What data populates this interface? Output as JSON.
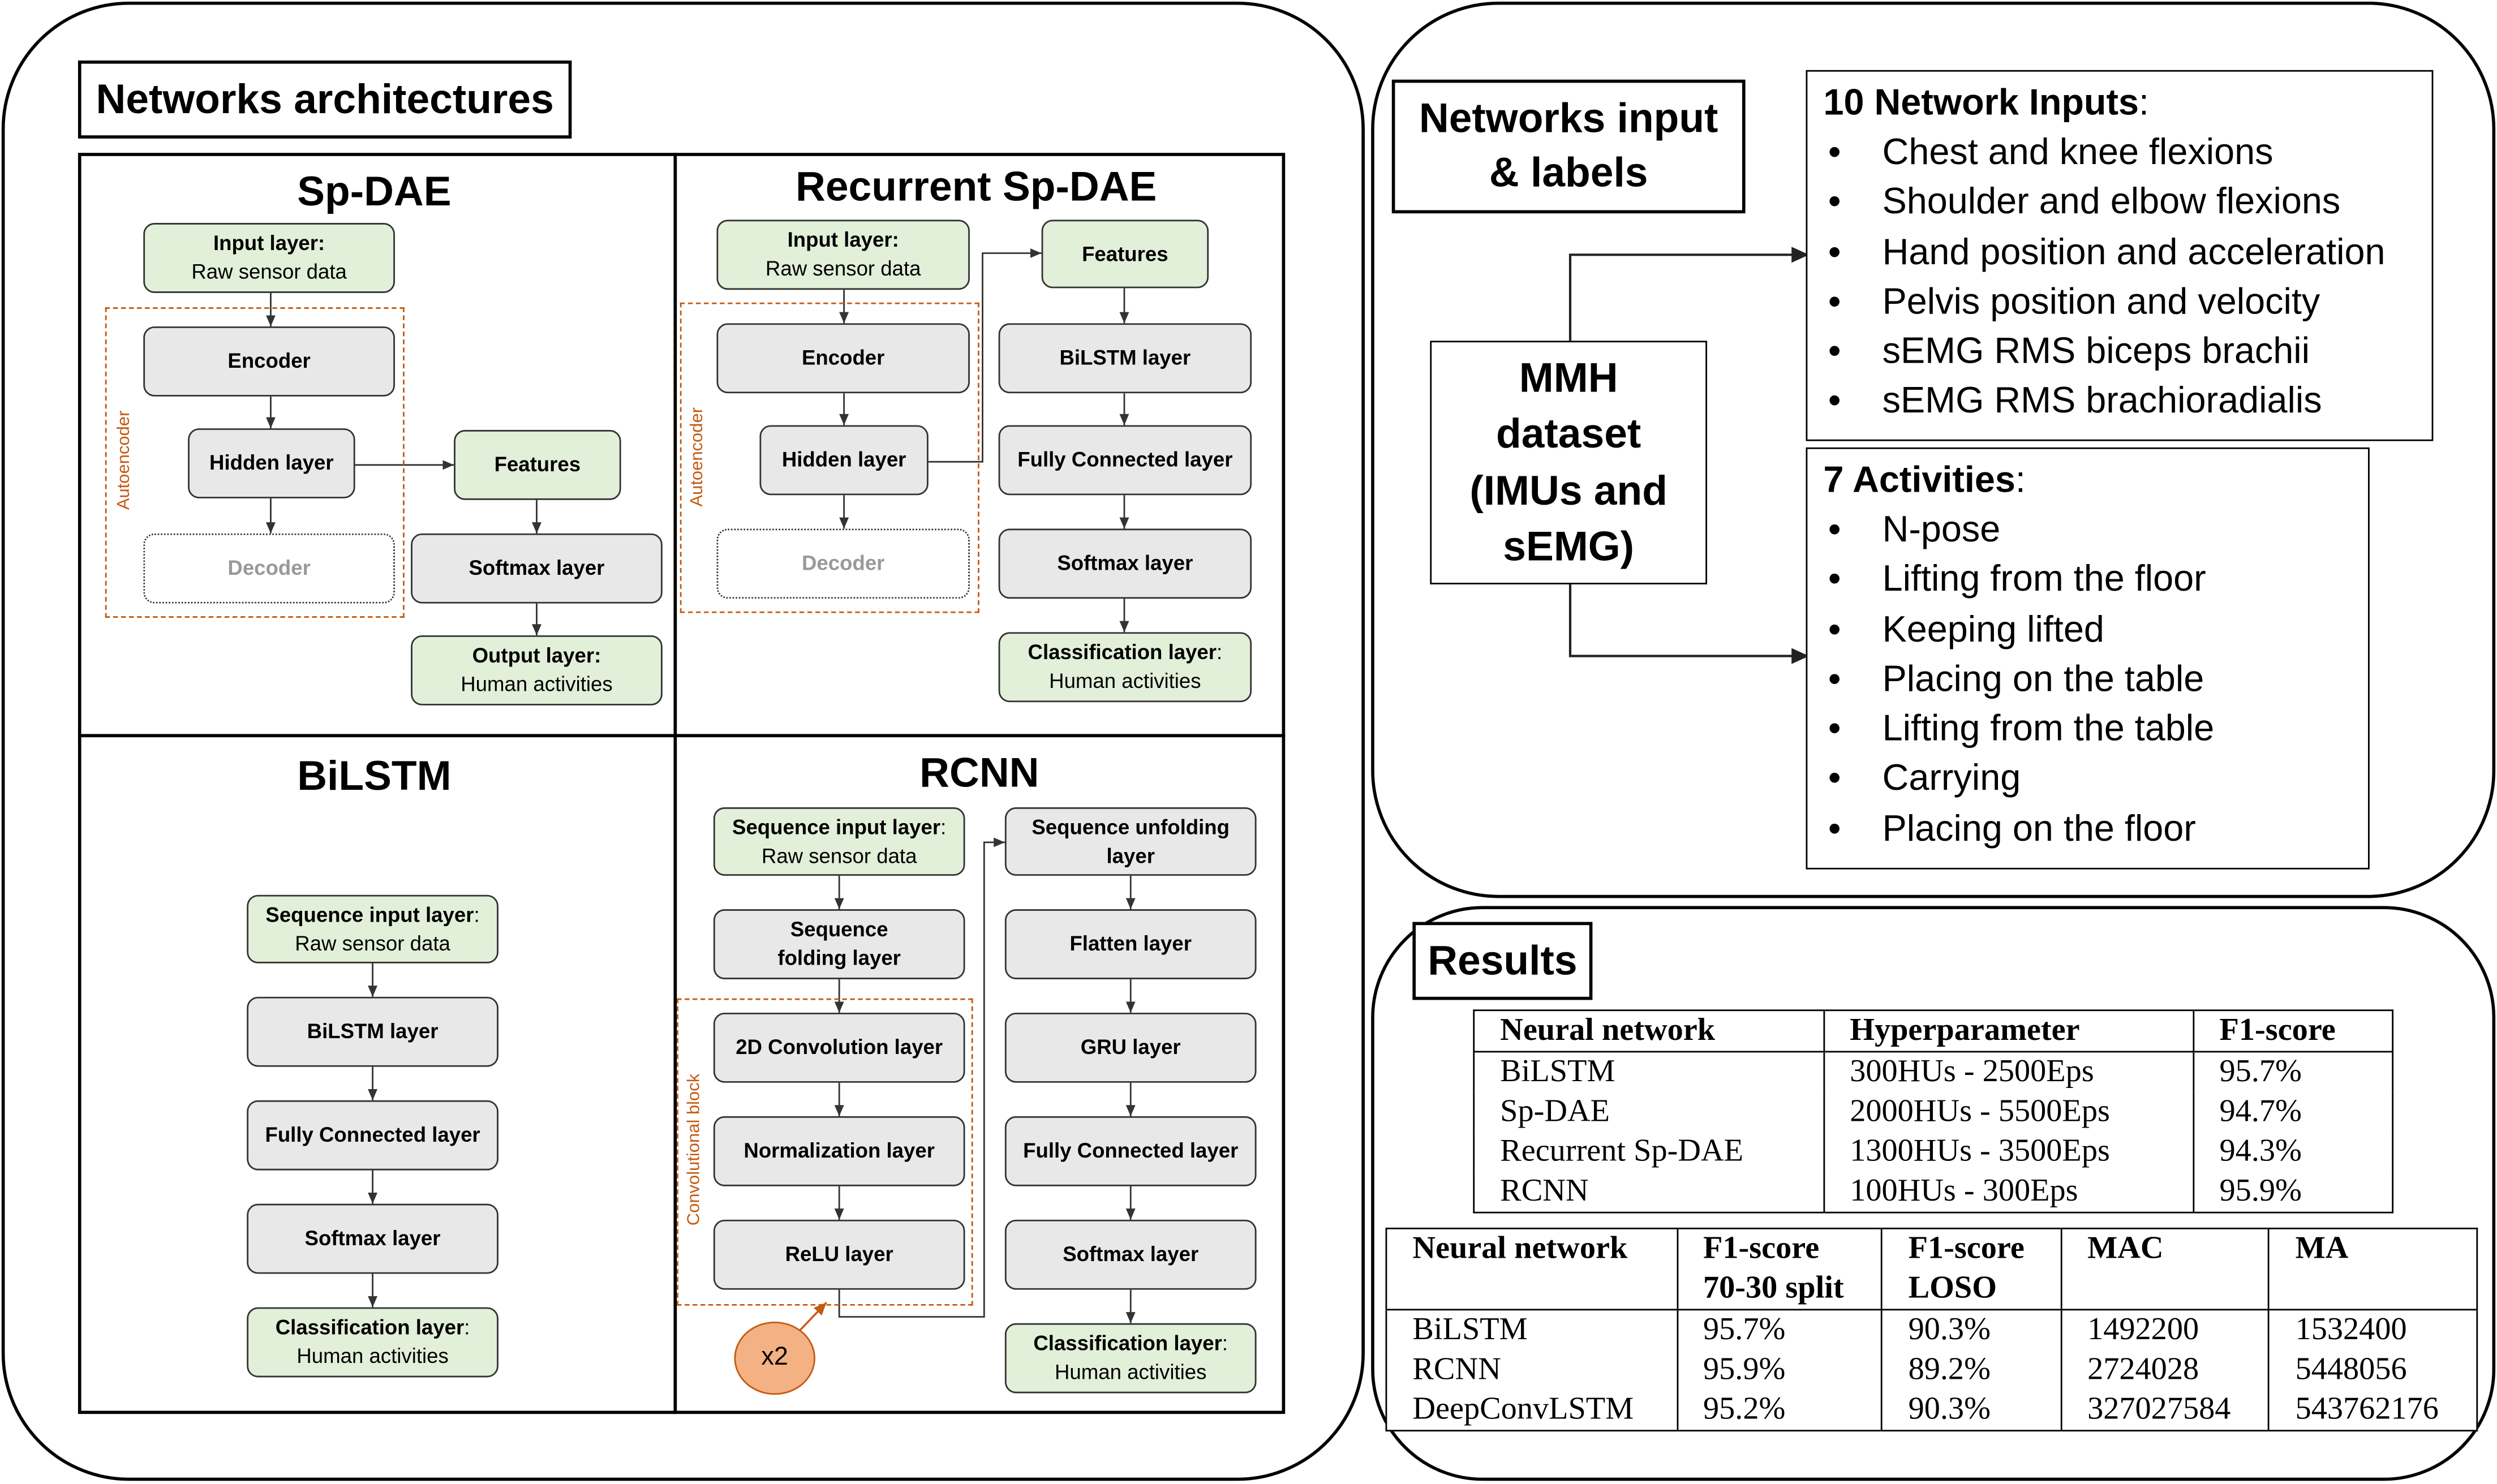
{
  "left_panel": {
    "title": "Networks architectures",
    "sp_dae": {
      "title": "Sp-DAE",
      "input_title": "Input layer:",
      "input_sub": "Raw sensor data",
      "encoder": "Encoder",
      "hidden": "Hidden layer",
      "decoder": "Decoder",
      "autoencoder_label": "Autoencoder",
      "features": "Features",
      "softmax": "Softmax layer",
      "output_title": "Output layer:",
      "output_sub": "Human activities"
    },
    "recurrent_sp_dae": {
      "title": "Recurrent Sp-DAE",
      "input_title": "Input layer:",
      "input_sub": "Raw sensor data",
      "encoder": "Encoder",
      "hidden": "Hidden layer",
      "decoder": "Decoder",
      "autoencoder_label": "Autoencoder",
      "features": "Features",
      "bilstm": "BiLSTM layer",
      "fc": "Fully Connected layer",
      "softmax": "Softmax layer",
      "class_title": "Classification layer",
      "class_colon": ":",
      "class_sub": "Human activities"
    },
    "bilstm": {
      "title": "BiLSTM",
      "seq_input_title": "Sequence input layer",
      "seq_input_colon": ":",
      "seq_input_sub": "Raw sensor data",
      "bilstm": "BiLSTM layer",
      "fc": "Fully Connected layer",
      "softmax": "Softmax layer",
      "class_title": "Classification layer",
      "class_colon": ":",
      "class_sub": "Human activities"
    },
    "rcnn": {
      "title": "RCNN",
      "seq_input_title": "Sequence input layer",
      "seq_input_colon": ":",
      "seq_input_sub": "Raw sensor data",
      "seq_folding": "Sequence folding layer",
      "conv2d": "2D Convolution layer",
      "norm": "Normalization layer",
      "relu": "ReLU layer",
      "conv_block_label": "Convolutional block",
      "repeat": "x2",
      "seq_unfolding": "Sequence unfolding layer",
      "flatten": "Flatten layer",
      "gru": "GRU layer",
      "fc": "Fully Connected layer",
      "softmax": "Softmax layer",
      "class_title": "Classification layer",
      "class_colon": ":",
      "class_sub": "Human activities"
    }
  },
  "right_top": {
    "title": "Networks input & labels",
    "dataset": "MMH dataset (IMUs and sEMG)",
    "inputs_heading_bold": "10 Network Inputs",
    "inputs_heading_rest": ":",
    "inputs": [
      "Chest and knee flexions",
      "Shoulder and elbow flexions",
      "Hand position and acceleration",
      "Pelvis position  and velocity",
      "sEMG RMS biceps brachii",
      "sEMG RMS brachioradialis"
    ],
    "activities_heading_bold": "7 Activities",
    "activities_heading_rest": ":",
    "activities": [
      "N-pose",
      "Lifting from the floor",
      "Keeping lifted",
      "Placing on the table",
      "Lifting from the table",
      "Carrying",
      "Placing on the floor"
    ]
  },
  "results": {
    "title": "Results",
    "table1": {
      "headers": [
        "Neural network",
        "Hyperparameter",
        "F1-score"
      ],
      "rows": [
        [
          "BiLSTM",
          "300HUs - 2500Eps",
          "95.7%"
        ],
        [
          "Sp-DAE",
          "2000HUs - 5500Eps",
          "94.7%"
        ],
        [
          "Recurrent Sp-DAE",
          "1300HUs - 3500Eps",
          "94.3%"
        ],
        [
          "RCNN",
          "100HUs - 300Eps",
          "95.9%"
        ]
      ]
    },
    "table2": {
      "headers": [
        "Neural network",
        "F1-score\n70-30 split",
        "F1-score\nLOSO",
        "MAC",
        "MA"
      ],
      "header_lines": [
        [
          "Neural network"
        ],
        [
          "F1-score",
          "70-30 split"
        ],
        [
          "F1-score",
          "LOSO"
        ],
        [
          "MAC"
        ],
        [
          "MA"
        ]
      ],
      "rows": [
        [
          "BiLSTM",
          "95.7%",
          "90.3%",
          "1492200",
          "1532400"
        ],
        [
          "RCNN",
          "95.9%",
          "89.2%",
          "2724028",
          "5448056"
        ],
        [
          "DeepConvLSTM",
          "95.2%",
          "90.3%",
          "327027584",
          "543762176"
        ]
      ]
    }
  },
  "colors": {
    "green_fill": "#e2efd9",
    "grey_fill": "#e8e8e8",
    "autoencoder_border": "#c55a11",
    "x2_fill": "#f4b183"
  }
}
